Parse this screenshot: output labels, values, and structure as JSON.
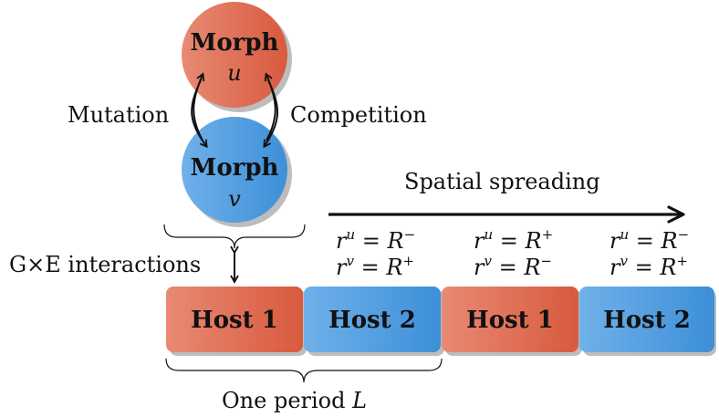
{
  "morphs": {
    "top": {
      "title": "Morph",
      "symbol": "u",
      "color": "#dd6048"
    },
    "bottom": {
      "title": "Morph",
      "symbol": "v",
      "color": "#4a9be0"
    }
  },
  "labels": {
    "mutation": "Mutation",
    "competition": "Competition",
    "gxe": "G×E interactions",
    "spatial_spreading": "Spatial spreading",
    "period": "One period",
    "period_symbol": "L"
  },
  "rates": [
    {
      "ru": "R",
      "ru_sup": "−",
      "rv": "R",
      "rv_sup": "+"
    },
    {
      "ru": "R",
      "ru_sup": "+",
      "rv": "R",
      "rv_sup": "−"
    },
    {
      "ru": "R",
      "ru_sup": "−",
      "rv": "R",
      "rv_sup": "+"
    }
  ],
  "hosts": [
    {
      "label": "Host 1",
      "color": "#dd6048"
    },
    {
      "label": "Host 2",
      "color": "#4a9be0"
    },
    {
      "label": "Host 1",
      "color": "#dd6048"
    },
    {
      "label": "Host 2",
      "color": "#4a9be0"
    }
  ]
}
